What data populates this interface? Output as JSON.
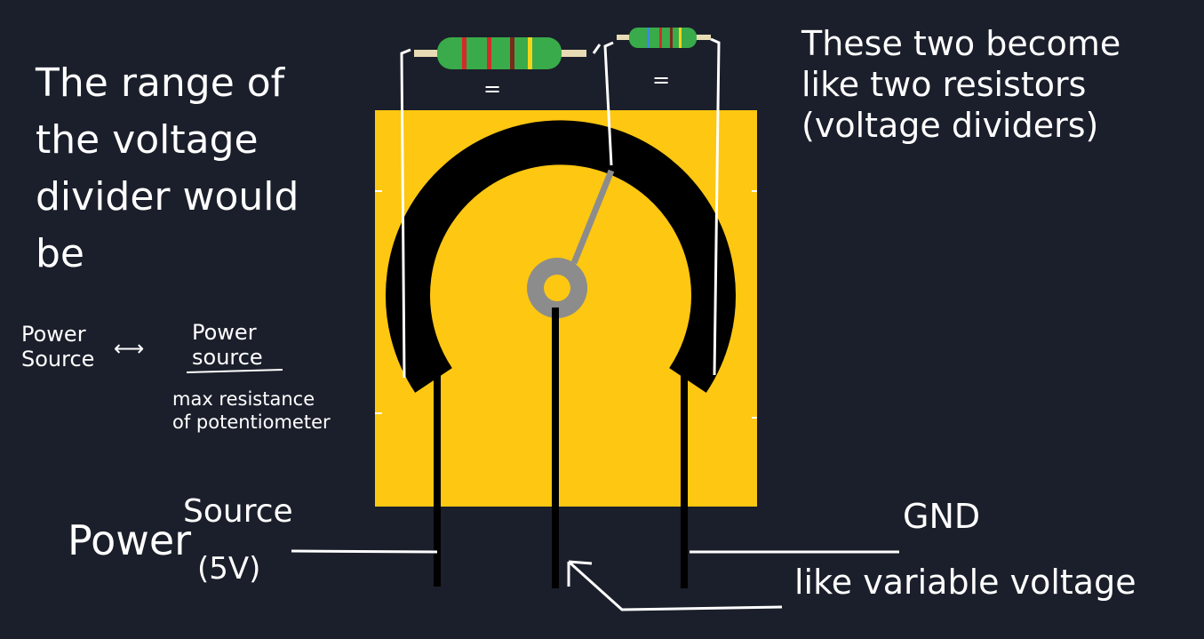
{
  "colors": {
    "background": "#1b1f2b",
    "body": "#fdc712",
    "track": "#000000",
    "wiper": "#8c8c8c",
    "annotation": "#ffffff",
    "resistor_body": "#3aab4a",
    "resistor_lead": "#e8dcb4"
  },
  "notes": {
    "range": "The range of\nthe voltage\ndivider would\nbe",
    "power_source_left": "Power\nSource",
    "power_source_right": "Power\nsource",
    "arrow": "⟷",
    "max_resistance": "max resistance\nof potentiometer",
    "two_resistors": "These two become\nlike two resistors\n(voltage dividers)",
    "resistor_equals_1": "=",
    "resistor_equals_2": "=",
    "power_word": "Power",
    "source_word": "Source",
    "volt_word": "(5V)",
    "gnd": "GND",
    "variable": "like variable voltage"
  },
  "icons": {
    "resistor_1": "resistor-icon",
    "resistor_2": "resistor-icon",
    "potentiometer": "potentiometer-icon"
  }
}
